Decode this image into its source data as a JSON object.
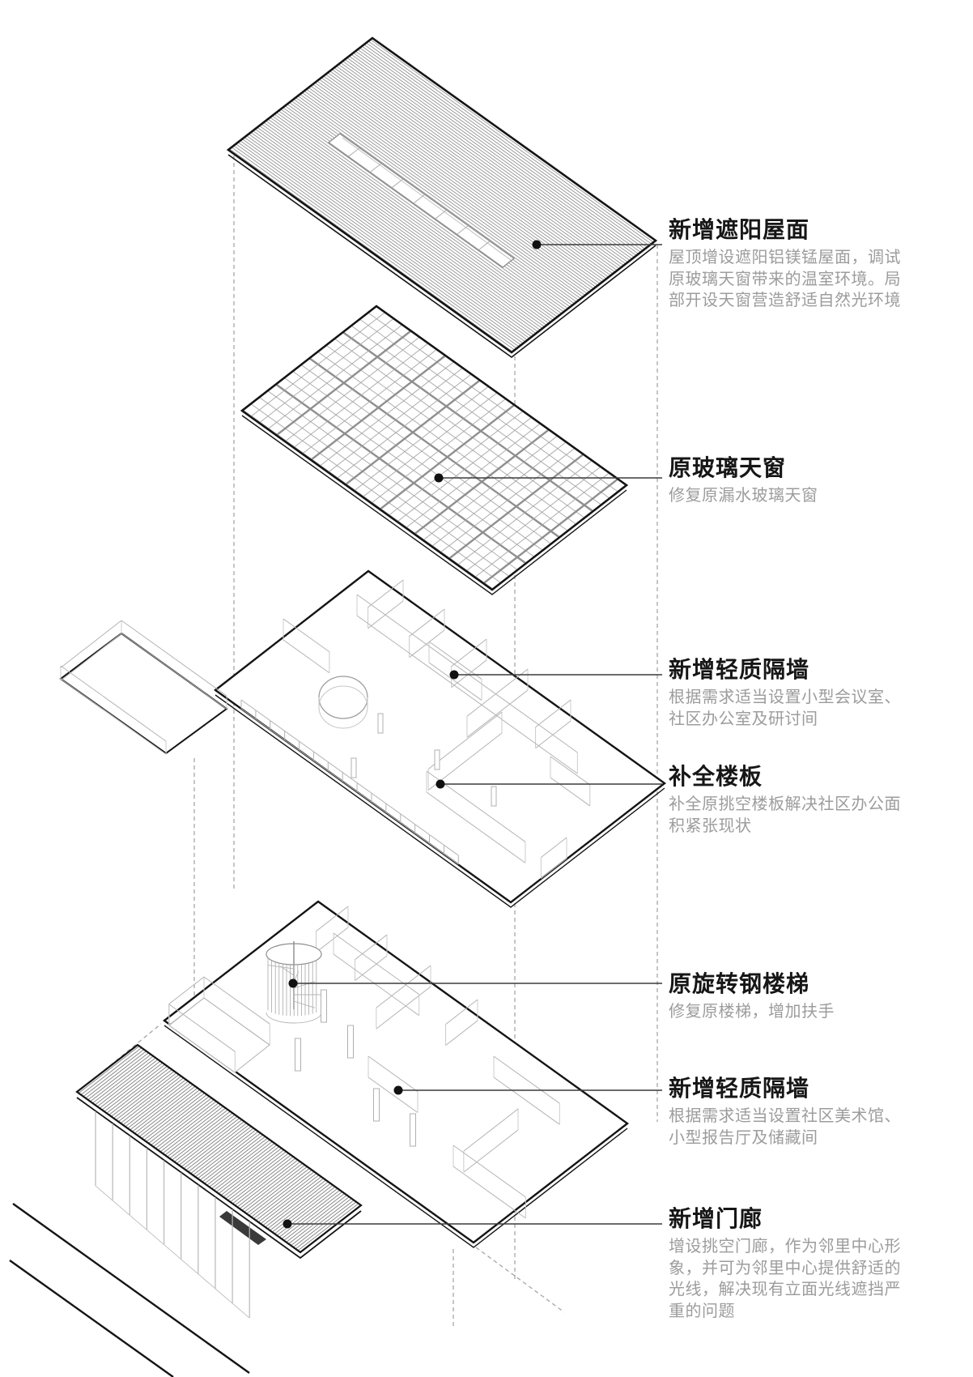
{
  "annotations": [
    {
      "id": "roof",
      "title": "新增遮阳屋面",
      "description": "屋顶增设遮阳铝镁锰屋面，调试原玻璃天窗带来的温室环境。局部开设天窗营造舒适自然光环境"
    },
    {
      "id": "skylight",
      "title": "原玻璃天窗",
      "description": "修复原漏水玻璃天窗"
    },
    {
      "id": "partition-upper",
      "title": "新增轻质隔墙",
      "description": "根据需求适当设置小型会议室、社区办公室及研讨间"
    },
    {
      "id": "floor-slab",
      "title": "补全楼板",
      "description": "补全原挑空楼板解决社区办公面积紧张现状"
    },
    {
      "id": "spiral-stair",
      "title": "原旋转钢楼梯",
      "description": "修复原楼梯，增加扶手"
    },
    {
      "id": "partition-ground",
      "title": "新增轻质隔墙",
      "description": "根据需求适当设置社区美术馆、小型报告厅及储藏间"
    },
    {
      "id": "porch",
      "title": "新增门廊",
      "description": "增设挑空门廊，作为邻里中心形象，并可为邻里中心提供舒适的光线，解决现有立面光线遮挡严重的问题"
    }
  ],
  "colors": {
    "outline_dark": "#141414",
    "line_gray": "#9a9a9a",
    "title_text": "#161616",
    "description_text": "#9c9c9c",
    "background": "#ffffff"
  }
}
